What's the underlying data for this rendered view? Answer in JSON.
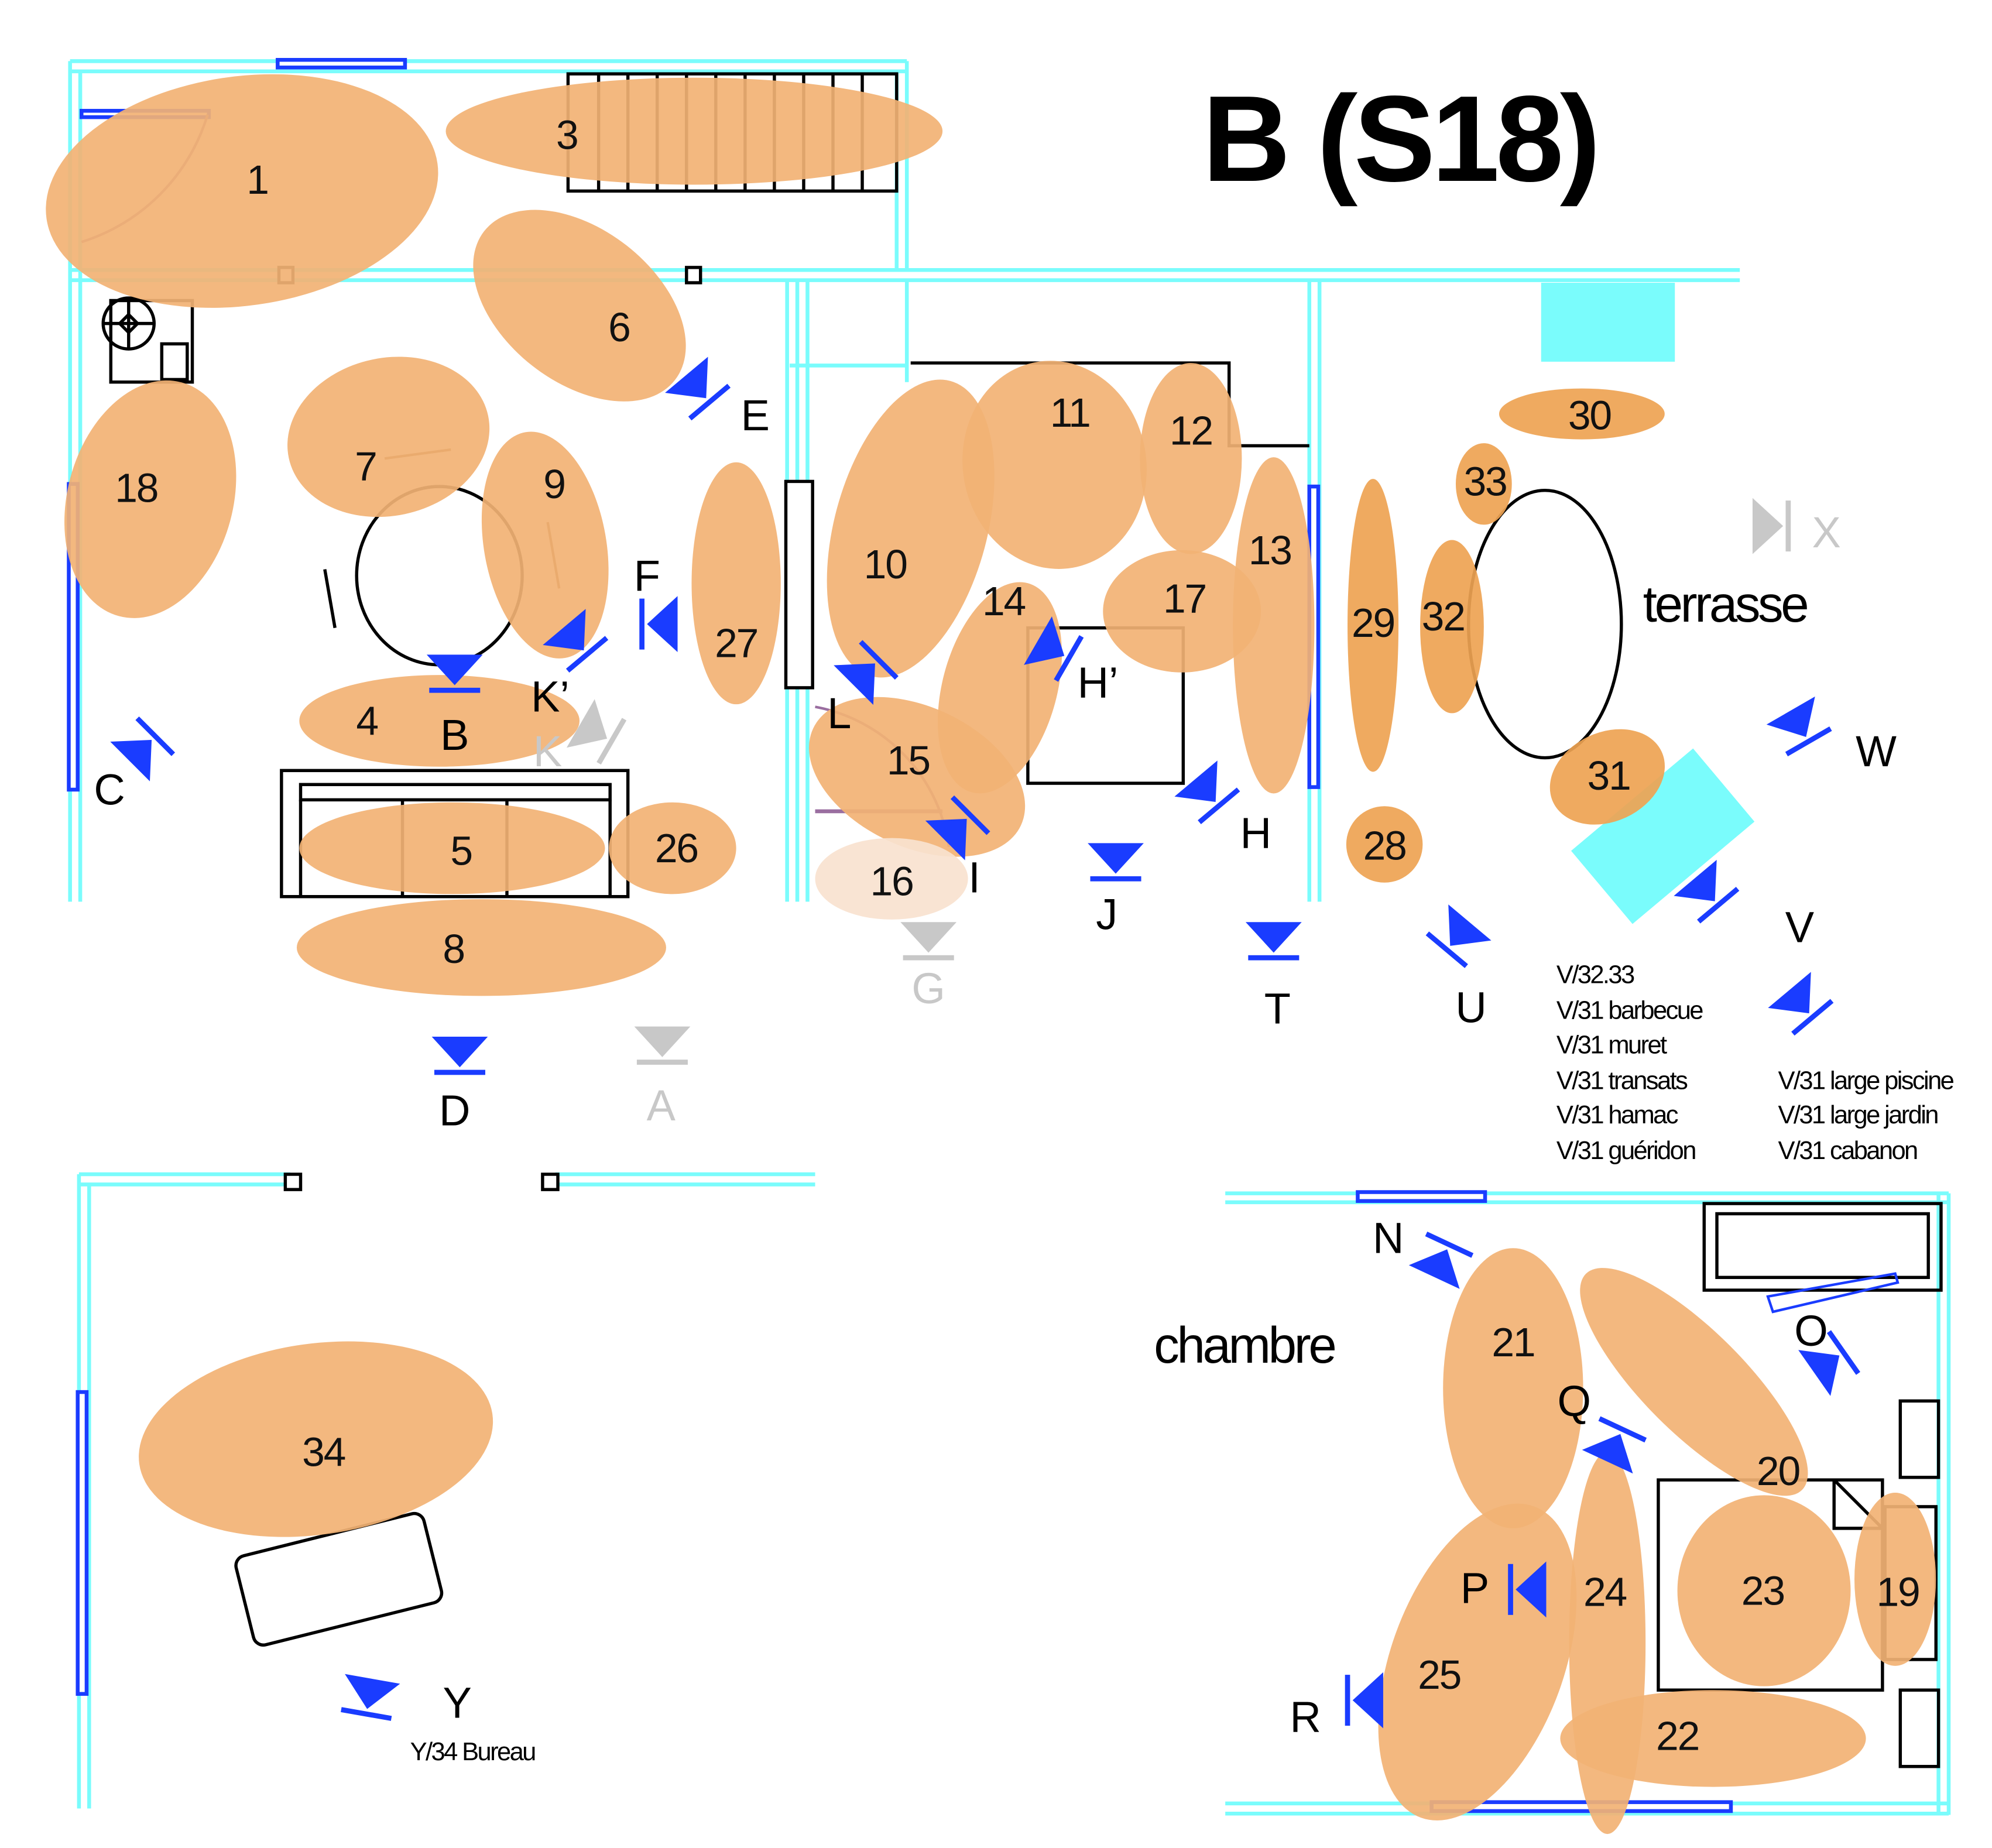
{
  "title": "B (S18)",
  "rooms": {
    "terrace": "terrasse",
    "bedroom": "chambre"
  },
  "colors": {
    "zone": "#f2b274",
    "zone_dark": "#eea352",
    "zone_faded": "#f8e2cf",
    "wall": "#7afcfc",
    "window": "#1a3cff",
    "camera_active": "#1a3cff",
    "camera_inactive": "#c8c8c8"
  },
  "zones": [
    "1",
    "3",
    "4",
    "5",
    "6",
    "7",
    "8",
    "9",
    "10",
    "11",
    "12",
    "13",
    "14",
    "15",
    "16",
    "17",
    "18",
    "19",
    "20",
    "21",
    "22",
    "23",
    "24",
    "25",
    "26",
    "27",
    "28",
    "29",
    "30",
    "31",
    "32",
    "33",
    "34"
  ],
  "inactive_zones": [
    "16"
  ],
  "cameras": [
    {
      "id": "A",
      "label": "A",
      "active": false
    },
    {
      "id": "B",
      "label": "B",
      "active": true
    },
    {
      "id": "C",
      "label": "C",
      "active": true
    },
    {
      "id": "D",
      "label": "D",
      "active": true
    },
    {
      "id": "E",
      "label": "E",
      "active": true
    },
    {
      "id": "F",
      "label": "F",
      "active": true
    },
    {
      "id": "G",
      "label": "G",
      "active": false
    },
    {
      "id": "H",
      "label": "H",
      "active": true
    },
    {
      "id": "H2",
      "label": "H’",
      "active": true
    },
    {
      "id": "I",
      "label": "I",
      "active": true
    },
    {
      "id": "J",
      "label": "J",
      "active": true
    },
    {
      "id": "K",
      "label": "K",
      "active": false
    },
    {
      "id": "K2",
      "label": "K’",
      "active": true
    },
    {
      "id": "L",
      "label": "L",
      "active": true
    },
    {
      "id": "N",
      "label": "N",
      "active": true
    },
    {
      "id": "O",
      "label": "O",
      "active": true
    },
    {
      "id": "P",
      "label": "P",
      "active": true
    },
    {
      "id": "Q",
      "label": "Q",
      "active": true
    },
    {
      "id": "R",
      "label": "R",
      "active": true
    },
    {
      "id": "T",
      "label": "T",
      "active": true
    },
    {
      "id": "U",
      "label": "U",
      "active": true
    },
    {
      "id": "V",
      "label": "V",
      "active": true
    },
    {
      "id": "V2",
      "label": "",
      "active": true
    },
    {
      "id": "W",
      "label": "W",
      "active": true
    },
    {
      "id": "X",
      "label": "X",
      "active": false
    },
    {
      "id": "Y",
      "label": "Y",
      "active": true
    }
  ],
  "legend": {
    "left": [
      "V/32.33",
      "V/31 barbecue",
      "V/31 muret",
      "V/31 transats",
      "V/31 hamac",
      "V/31 guéridon"
    ],
    "right": [
      "V/31 large piscine",
      "V/31 large jardin",
      "V/31 cabanon"
    ],
    "office_note": "Y/34 Bureau"
  }
}
